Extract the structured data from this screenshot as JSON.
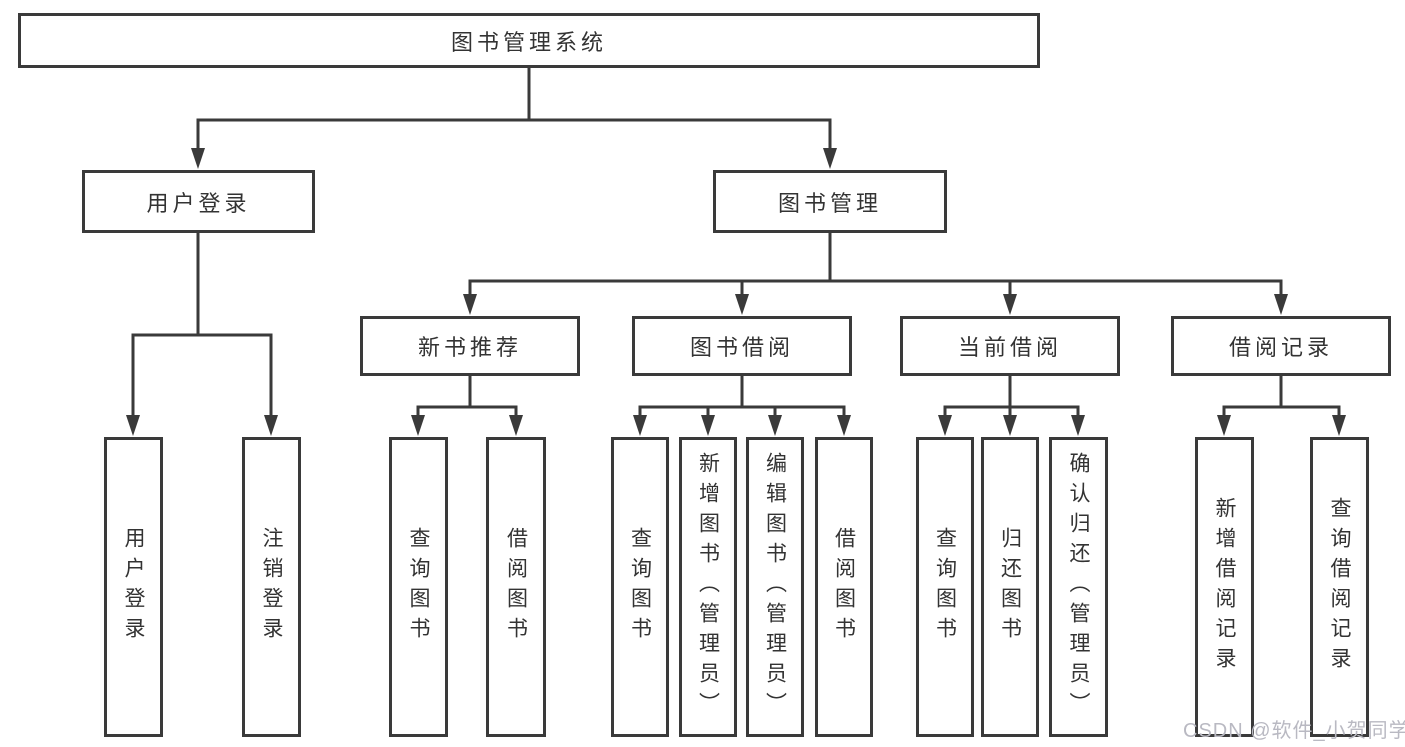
{
  "diagram_title": "图书管理系统",
  "colors": {
    "line": "#3a3a3a",
    "text": "#333333",
    "background": "#ffffff",
    "watermark": "#b9b9c2"
  },
  "nodes": {
    "root": {
      "label": "图书管理系统"
    },
    "login": {
      "label": "用户登录"
    },
    "mgmt": {
      "label": "图书管理"
    },
    "newbook": {
      "label": "新书推荐"
    },
    "borrow": {
      "label": "图书借阅"
    },
    "current": {
      "label": "当前借阅"
    },
    "records": {
      "label": "借阅记录"
    },
    "login_user": {
      "label": "用户登录"
    },
    "login_logout": {
      "label": "注销登录"
    },
    "newbook_query": {
      "label": "查询图书"
    },
    "newbook_borrow": {
      "label": "借阅图书"
    },
    "borrow_query": {
      "label": "查询图书"
    },
    "borrow_add": {
      "label": "新增图书（管理员）"
    },
    "borrow_edit": {
      "label": "编辑图书（管理员）"
    },
    "borrow_lend": {
      "label": "借阅图书"
    },
    "current_query": {
      "label": "查询图书"
    },
    "current_return": {
      "label": "归还图书"
    },
    "current_confirm": {
      "label": "确认归还（管理员）"
    },
    "records_add": {
      "label": "新增借阅记录"
    },
    "records_query": {
      "label": "查询借阅记录"
    }
  },
  "edges": [
    {
      "from": "图书管理系统",
      "to": "用户登录"
    },
    {
      "from": "图书管理系统",
      "to": "图书管理"
    },
    {
      "from": "用户登录",
      "to": "用户登录"
    },
    {
      "from": "用户登录",
      "to": "注销登录"
    },
    {
      "from": "图书管理",
      "to": "新书推荐"
    },
    {
      "from": "图书管理",
      "to": "图书借阅"
    },
    {
      "from": "图书管理",
      "to": "当前借阅"
    },
    {
      "from": "图书管理",
      "to": "借阅记录"
    },
    {
      "from": "新书推荐",
      "to": "查询图书"
    },
    {
      "from": "新书推荐",
      "to": "借阅图书"
    },
    {
      "from": "图书借阅",
      "to": "查询图书"
    },
    {
      "from": "图书借阅",
      "to": "新增图书（管理员）"
    },
    {
      "from": "图书借阅",
      "to": "编辑图书（管理员）"
    },
    {
      "from": "图书借阅",
      "to": "借阅图书"
    },
    {
      "from": "当前借阅",
      "to": "查询图书"
    },
    {
      "from": "当前借阅",
      "to": "归还图书"
    },
    {
      "from": "当前借阅",
      "to": "确认归还（管理员）"
    },
    {
      "from": "借阅记录",
      "to": "新增借阅记录"
    },
    {
      "from": "借阅记录",
      "to": "查询借阅记录"
    }
  ],
  "watermark": {
    "text": "CSDN @软件_小贺同学"
  }
}
